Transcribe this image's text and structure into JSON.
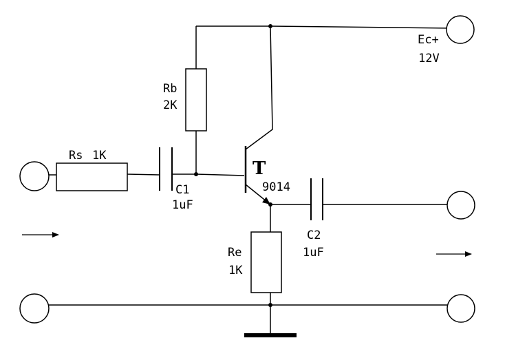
{
  "supply": {
    "name": "Ec+",
    "value": "12V"
  },
  "rs": {
    "name": "Rs",
    "value": "1K"
  },
  "rb": {
    "name": "Rb",
    "value": "2K"
  },
  "re": {
    "name": "Re",
    "value": "1K"
  },
  "c1": {
    "name": "C1",
    "value": "1uF"
  },
  "c2": {
    "name": "C2",
    "value": "1uF"
  },
  "transistor": {
    "name": "T",
    "model": "9014"
  }
}
